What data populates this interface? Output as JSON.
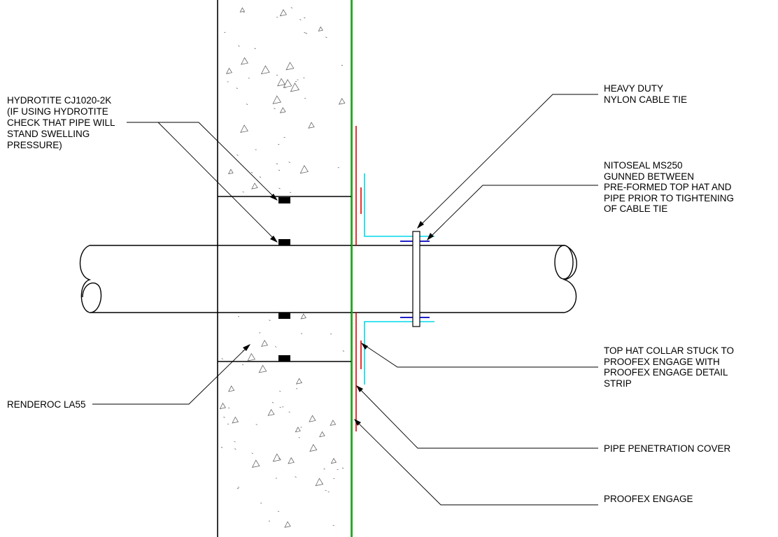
{
  "labels": {
    "hydrotite": [
      "HYDROTITE CJ1020-2K",
      "(IF USING  HYDROTITE",
      "CHECK THAT PIPE WILL",
      "STAND SWELLING",
      "PRESSURE)"
    ],
    "renderoc": [
      "RENDEROC LA55"
    ],
    "cable_tie": [
      "HEAVY DUTY",
      "NYLON CABLE TIE"
    ],
    "nitoseal": [
      "NITOSEAL MS250",
      "GUNNED BETWEEN",
      "PRE-FORMED TOP HAT AND",
      "PIPE PRIOR TO TIGHTENING",
      "OF CABLE TIE"
    ],
    "top_hat": [
      "TOP HAT COLLAR STUCK TO",
      "PROOFEX ENGAGE WITH",
      "PROOFEX ENGAGE DETAIL",
      "STRIP"
    ],
    "pipe_cover": [
      "PIPE PENETRATION COVER"
    ],
    "proofex": [
      "PROOFEX ENGAGE"
    ]
  },
  "colors": {
    "line": "#000000",
    "membrane": "#00c000",
    "cover": "#e00000",
    "top_hat": "#00d8e8",
    "sealant": "#0000c0"
  }
}
